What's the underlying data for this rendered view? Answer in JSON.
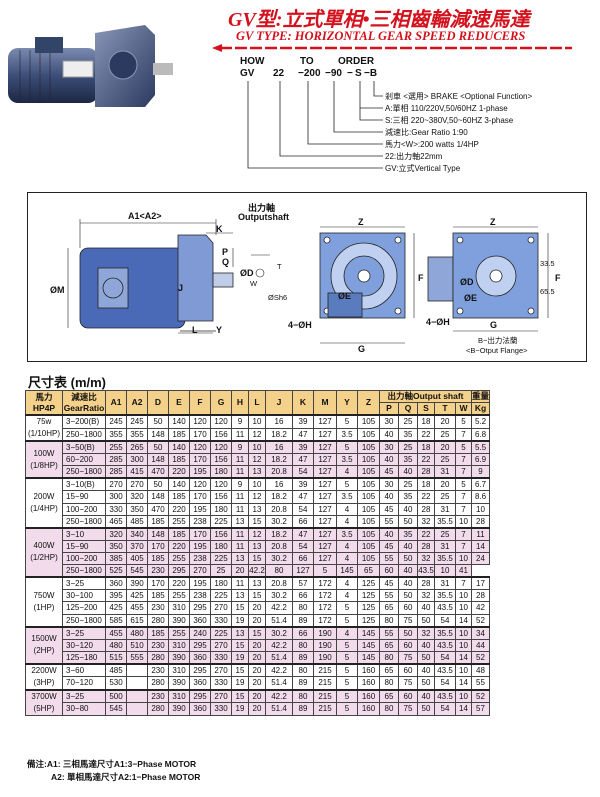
{
  "header": {
    "title_zh": "GV型:立式單相•三相齒輪減速馬達",
    "title_en": "GV TYPE: HORIZONTAL GEAR SPEED REDUCERS"
  },
  "order_code": {
    "head": [
      "HOW",
      "TO",
      "ORDER"
    ],
    "code": [
      "GV",
      "22",
      "−200",
      "−90",
      "−",
      "S",
      "−B"
    ],
    "lines": [
      "剎車 <選用> BRAKE <Optional Function>",
      "A:單相 110/220V,50/60HZ 1-phase",
      "S:三相 220~380V,50~60HZ 3-phase",
      "減速比:Gear  Ratio 1:90",
      "馬力<W>:200 watts 1/4HP",
      "22:出力軸22mm",
      "GV:立式Vertical  Type"
    ]
  },
  "drawing": {
    "output_shaft_zh": "出力軸",
    "output_shaft_en": "Outputshaft",
    "labels": {
      "a": "A1<A2>",
      "k": "K",
      "p": "P",
      "q": "Q",
      "d": "ØD",
      "t": "T",
      "w": "W",
      "s": "ØSh6",
      "m": "ØM",
      "j": "J",
      "l": "L",
      "y": "Y",
      "h": "4−ØH",
      "z": "Z",
      "f": "F",
      "e": "ØE",
      "g": "G",
      "z2": "Z",
      "f2": "F",
      "d2": "ØD",
      "e2": "ØE",
      "h2": "4−ØH",
      "g2": "G",
      "d33": "33.5",
      "d65": "65.5",
      "flange_zh": "B−出力法蘭",
      "flange_en": "<B−Otput Flange>"
    }
  },
  "table": {
    "title": "尺寸表 (m/m)",
    "head": {
      "hp_zh": "馬力",
      "hp_en": "HP4P",
      "ratio_zh": "減速比",
      "ratio_en": "GearRatio",
      "cols": [
        "A1",
        "A2",
        "D",
        "E",
        "F",
        "G",
        "H",
        "L",
        "J",
        "K",
        "M",
        "Y",
        "Z"
      ],
      "output_shaft": "出力軸Output shaft",
      "weight_zh": "重量",
      "sub": [
        "P",
        "Q",
        "S",
        "T",
        "W",
        "Kg"
      ]
    },
    "groups": [
      {
        "label": [
          "75w",
          "(1/10HP)"
        ],
        "rows": [
          [
            "3−200(B)",
            "245",
            "245",
            "50",
            "140",
            "120",
            "120",
            "9",
            "10",
            "16",
            "39",
            "127",
            "5",
            "105",
            "30",
            "25",
            "18",
            "20",
            "5",
            "5.2"
          ],
          [
            "250−1800",
            "355",
            "355",
            "148",
            "185",
            "170",
            "156",
            "11",
            "12",
            "18.2",
            "47",
            "127",
            "3.5",
            "105",
            "40",
            "35",
            "22",
            "25",
            "7",
            "6.8"
          ]
        ]
      },
      {
        "label": [
          "100W",
          "(1/8HP)"
        ],
        "rows": [
          [
            "3−50(B)",
            "255",
            "265",
            "50",
            "140",
            "120",
            "120",
            "9",
            "10",
            "16",
            "39",
            "127",
            "5",
            "105",
            "30",
            "25",
            "18",
            "20",
            "5",
            "5.5"
          ],
          [
            "60−200",
            "285",
            "300",
            "148",
            "185",
            "170",
            "156",
            "11",
            "12",
            "18.2",
            "47",
            "127",
            "3.5",
            "105",
            "40",
            "35",
            "22",
            "25",
            "7",
            "6.9"
          ],
          [
            "250−1800",
            "285",
            "415",
            "470",
            "220",
            "195",
            "180",
            "11",
            "13",
            "20.8",
            "54",
            "127",
            "4",
            "105",
            "45",
            "40",
            "28",
            "31",
            "7",
            "9"
          ]
        ]
      },
      {
        "label": [
          "200W",
          "(1/4HP)"
        ],
        "rows": [
          [
            "3−10(B)",
            "270",
            "270",
            "50",
            "140",
            "120",
            "120",
            "9",
            "10",
            "16",
            "39",
            "127",
            "5",
            "105",
            "30",
            "25",
            "18",
            "20",
            "5",
            "6.7"
          ],
          [
            "15−90",
            "300",
            "320",
            "148",
            "185",
            "170",
            "156",
            "11",
            "12",
            "18.2",
            "47",
            "127",
            "3.5",
            "105",
            "40",
            "35",
            "22",
            "25",
            "7",
            "8.6"
          ],
          [
            "100−200",
            "330",
            "350",
            "470",
            "220",
            "195",
            "180",
            "11",
            "13",
            "20.8",
            "54",
            "127",
            "4",
            "105",
            "45",
            "40",
            "28",
            "31",
            "7",
            "10"
          ],
          [
            "250−1800",
            "465",
            "485",
            "185",
            "255",
            "238",
            "225",
            "13",
            "15",
            "30.2",
            "66",
            "127",
            "4",
            "105",
            "55",
            "50",
            "32",
            "35.5",
            "10",
            "28"
          ]
        ]
      },
      {
        "label": [
          "400W",
          "(1/2HP)"
        ],
        "rows": [
          [
            "3−10",
            "320",
            "340",
            "148",
            "185",
            "170",
            "156",
            "11",
            "12",
            "18.2",
            "47",
            "127",
            "3.5",
            "105",
            "40",
            "35",
            "22",
            "25",
            "7",
            "11"
          ],
          [
            "15−90",
            "350",
            "370",
            "170",
            "220",
            "195",
            "180",
            "11",
            "13",
            "20.8",
            "54",
            "127",
            "4",
            "105",
            "45",
            "40",
            "28",
            "31",
            "7",
            "14"
          ],
          [
            "100−200",
            "385",
            "405",
            "185",
            "255",
            "238",
            "225",
            "13",
            "15",
            "30.2",
            "66",
            "127",
            "4",
            "105",
            "55",
            "50",
            "32",
            "35.5",
            "10",
            "24"
          ],
          [
            "250−1800",
            "525",
            "545",
            "230",
            "295",
            "270",
            "25",
            "20",
            "42.2",
            "80",
            "127",
            "5",
            "145",
            "65",
            "60",
            "40",
            "43.5",
            "10",
            "41"
          ]
        ]
      },
      {
        "label": [
          "750W",
          "(1HP)"
        ],
        "rows": [
          [
            "3−25",
            "360",
            "390",
            "170",
            "220",
            "195",
            "180",
            "11",
            "13",
            "20.8",
            "57",
            "172",
            "4",
            "125",
            "45",
            "40",
            "28",
            "31",
            "7",
            "17"
          ],
          [
            "30−100",
            "395",
            "425",
            "185",
            "255",
            "238",
            "225",
            "13",
            "15",
            "30.2",
            "66",
            "172",
            "4",
            "125",
            "55",
            "50",
            "32",
            "35.5",
            "10",
            "28"
          ],
          [
            "125−200",
            "425",
            "455",
            "230",
            "310",
            "295",
            "270",
            "15",
            "20",
            "42.2",
            "80",
            "172",
            "5",
            "125",
            "65",
            "60",
            "40",
            "43.5",
            "10",
            "42"
          ],
          [
            "250−1800",
            "585",
            "615",
            "280",
            "390",
            "360",
            "330",
            "19",
            "20",
            "51.4",
            "89",
            "172",
            "5",
            "125",
            "80",
            "75",
            "50",
            "54",
            "14",
            "52"
          ]
        ]
      },
      {
        "label": [
          "1500W",
          "(2HP)"
        ],
        "rows": [
          [
            "3−25",
            "455",
            "480",
            "185",
            "255",
            "240",
            "225",
            "13",
            "15",
            "30.2",
            "66",
            "190",
            "4",
            "145",
            "55",
            "50",
            "32",
            "35.5",
            "10",
            "34"
          ],
          [
            "30−120",
            "480",
            "510",
            "230",
            "310",
            "295",
            "270",
            "15",
            "20",
            "42.2",
            "80",
            "190",
            "5",
            "145",
            "65",
            "60",
            "40",
            "43.5",
            "10",
            "44"
          ],
          [
            "125−180",
            "515",
            "555",
            "280",
            "390",
            "360",
            "330",
            "19",
            "20",
            "51.4",
            "89",
            "190",
            "5",
            "145",
            "80",
            "75",
            "50",
            "54",
            "14",
            "52"
          ]
        ]
      },
      {
        "label": [
          "2200W",
          "(3HP)"
        ],
        "rows": [
          [
            "3−60",
            "485",
            "",
            "230",
            "310",
            "295",
            "270",
            "15",
            "20",
            "42.2",
            "80",
            "215",
            "5",
            "160",
            "65",
            "60",
            "40",
            "43.5",
            "10",
            "48"
          ],
          [
            "70−120",
            "530",
            "",
            "280",
            "390",
            "360",
            "330",
            "19",
            "20",
            "51.4",
            "89",
            "215",
            "5",
            "160",
            "80",
            "75",
            "50",
            "54",
            "14",
            "55"
          ]
        ]
      },
      {
        "label": [
          "3700W",
          "(5HP)"
        ],
        "rows": [
          [
            "3−25",
            "500",
            "",
            "230",
            "310",
            "295",
            "270",
            "15",
            "20",
            "42.2",
            "80",
            "215",
            "5",
            "160",
            "65",
            "60",
            "40",
            "43.5",
            "10",
            "52"
          ],
          [
            "30−80",
            "545",
            "",
            "280",
            "390",
            "360",
            "330",
            "19",
            "20",
            "51.4",
            "89",
            "215",
            "5",
            "160",
            "80",
            "75",
            "50",
            "54",
            "14",
            "57"
          ]
        ]
      }
    ]
  },
  "notes": [
    "備注:A1:  三相馬達尺寸A1:3−Phase MOTOR",
    "A2:  單相馬達尺寸A2:1−Phase MOTOR"
  ],
  "colors": {
    "title_red": "#d3121d",
    "header_orange": "#f4d18a",
    "band_pink": "#f2dcec",
    "motor_blue": "#3c4e78"
  }
}
